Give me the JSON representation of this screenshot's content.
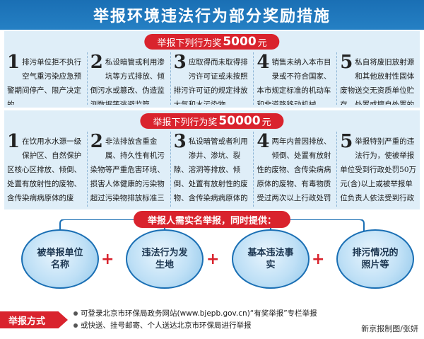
{
  "header": {
    "title": "举报环境违法行为部分奖励措施"
  },
  "section1": {
    "prefix": "举报下列行为奖",
    "amount": "5000",
    "unit": "元",
    "items": [
      {
        "num": "1",
        "text": "排污单位拒不执行空气重污染应急预警期间停产、限产决定的"
      },
      {
        "num": "2",
        "text": "私设暗管或利用渗坑等方式排放、倾倒污水或篡改、伪造监测数据等逃避监管"
      },
      {
        "num": "3",
        "text": "应取得而未取得排污许可证或未按照排污许可证的规定排放大气和水污染物"
      },
      {
        "num": "4",
        "text": "销售未纳入本市目录或不符合国家、本市规定标准的机动车和非道路移动机械"
      },
      {
        "num": "5",
        "text": "私自将废旧放射源和其他放射性固体废物送交无资质单位贮存、处置或擅自处置的"
      }
    ]
  },
  "section2": {
    "prefix": "举报下列行为奖",
    "amount": "50000",
    "unit": "元",
    "items": [
      {
        "num": "1",
        "text": "在饮用水水源一级保护区、自然保护区核心区排放、倾倒、处置有放射性的废物、含传染病病原体的废物、有毒物质的"
      },
      {
        "num": "2",
        "text": "非法排放含重金属、持久性有机污染物等严重危害环境、损害人体健康的污染物超过污染物排放标准三倍以上的"
      },
      {
        "num": "3",
        "text": "私设暗管或者利用渗井、渗坑、裂隙、溶洞等排放、倾倒、处置有放射性的废物、含传染病病原体的废物、有毒物质的"
      },
      {
        "num": "4",
        "text": "两年内曾因排放、倾倒、处置有放射性的废物、含传染病病原体的废物、有毒物质受过两次以上行政处罚又实施前列行为的"
      },
      {
        "num": "5",
        "text": "举报特别严重的违法行为，使被举报单位受到行政处罚50万元(含)以上或被举报单位负责人依法受到行政拘留或追究刑责的"
      }
    ]
  },
  "requirement": {
    "label": "举报人需实名举报，同时提供：",
    "items": [
      {
        "text": "被举报单位名称"
      },
      {
        "text": "违法行为发生地"
      },
      {
        "text": "基本违法事实"
      },
      {
        "text": "排污情况的照片等"
      }
    ],
    "plus": "+"
  },
  "footer": {
    "label": "举报方式",
    "lines": [
      "可登录北京市环保局政务网站(www.bjepb.gov.cn)“有奖举报”专栏举报",
      "或快送、挂号邮寄、个人送达北京市环保局进行举报"
    ],
    "credit": "新京报制图/张妍"
  },
  "colors": {
    "blue": "#1a6fb4",
    "red": "#d9232d",
    "band": "#dfeef8"
  }
}
